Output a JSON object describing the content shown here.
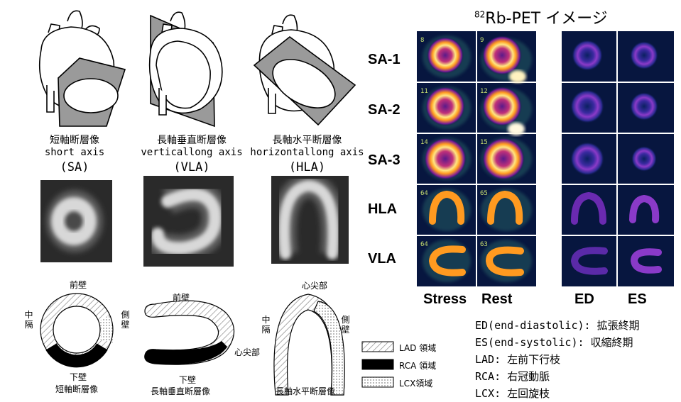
{
  "title": {
    "sup": "82",
    "text": "Rb-PET イメージ"
  },
  "views": [
    {
      "jp": "短軸断層像",
      "en": "short axis",
      "abbr": "(SA)"
    },
    {
      "jp": "長軸垂直断層像",
      "en": "verticallong axis",
      "abbr": "(VLA)"
    },
    {
      "jp": "長軸水平断層像",
      "en": "horizontallong axis",
      "abbr": "(HLA)"
    }
  ],
  "diagram_labels": {
    "sa_top": "前壁",
    "sa_left": "中隔",
    "sa_right": "側壁",
    "sa_bottom": "下壁",
    "sa_caption": "短軸断層像",
    "vla_top": "前壁",
    "vla_right": "心尖部",
    "vla_bottom": "下壁",
    "vla_caption": "長軸垂直断層像",
    "hla_top": "心尖部",
    "hla_left": "中隔",
    "hla_right": "側壁",
    "hla_caption": "長軸水平断層像"
  },
  "legend": [
    {
      "key": "lad",
      "label": "LAD 領域"
    },
    {
      "key": "rca",
      "label": "RCA 領域"
    },
    {
      "key": "lcx",
      "label": "LCX領域"
    }
  ],
  "pet": {
    "rows": [
      "SA-1",
      "SA-2",
      "SA-3",
      "HLA",
      "VLA"
    ],
    "columns": [
      "Stress",
      "Rest",
      "ED",
      "ES"
    ],
    "frame_numbers": [
      [
        "8",
        "9"
      ],
      [
        "11",
        "12"
      ],
      [
        "14",
        "15"
      ],
      [
        "64",
        "65"
      ],
      [
        "64",
        "63"
      ]
    ]
  },
  "glossary": [
    "ED(end-diastolic): 拡張終期",
    "ES(end-systolic):  収縮終期",
    "LAD: 左前下行枝",
    "RCA: 右冠動脈",
    "LCX: 左回旋枝"
  ],
  "colors": {
    "pet_bg": "#07163f",
    "hot": "#ffb428",
    "cool": "#6a2ab0",
    "plane": "#9a9a9a",
    "rca": "#000000"
  }
}
